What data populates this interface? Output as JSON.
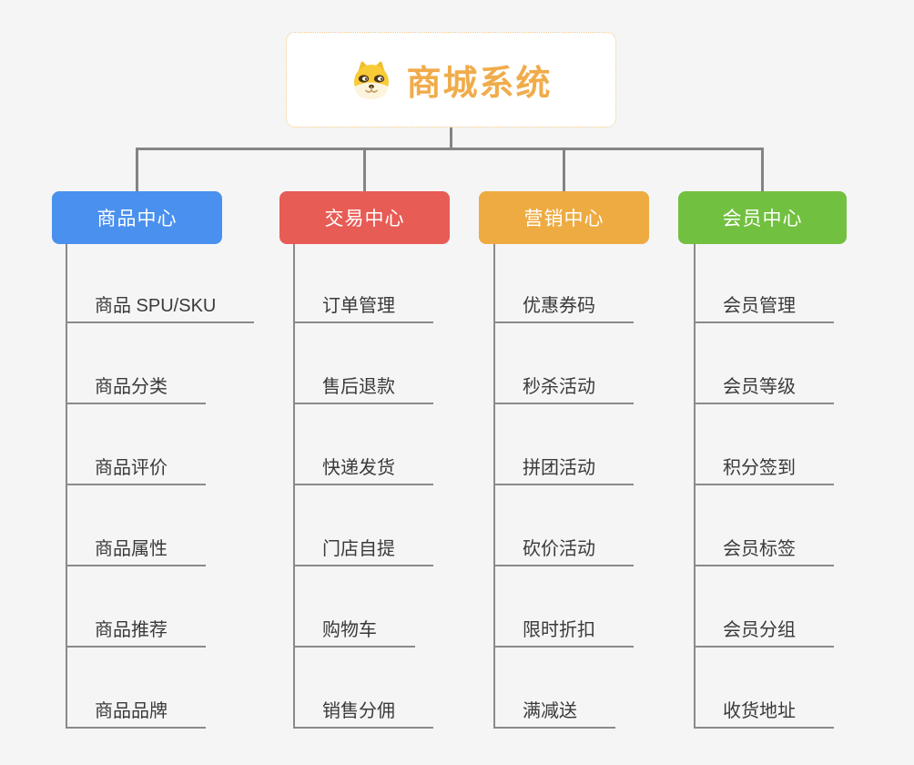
{
  "root": {
    "title": "商城系统",
    "icon": "shiba-dog-icon",
    "title_color": "#f0ac4b",
    "border_color": "#f2c57e"
  },
  "branches": [
    {
      "label": "商品中心",
      "color": "#4a90ee",
      "children": [
        "商品 SPU/SKU",
        "商品分类",
        "商品评价",
        "商品属性",
        "商品推荐",
        "商品品牌"
      ]
    },
    {
      "label": "交易中心",
      "color": "#e85c56",
      "children": [
        "订单管理",
        "售后退款",
        "快递发货",
        "门店自提",
        "购物车",
        "销售分佣"
      ]
    },
    {
      "label": "营销中心",
      "color": "#eeab42",
      "children": [
        "优惠券码",
        "秒杀活动",
        "拼团活动",
        "砍价活动",
        "限时折扣",
        "满减送"
      ]
    },
    {
      "label": "会员中心",
      "color": "#72c040",
      "children": [
        "会员管理",
        "会员等级",
        "积分签到",
        "会员标签",
        "会员分组",
        "收货地址"
      ]
    }
  ],
  "connector_color": "#848484",
  "background_color": "#f5f5f6"
}
